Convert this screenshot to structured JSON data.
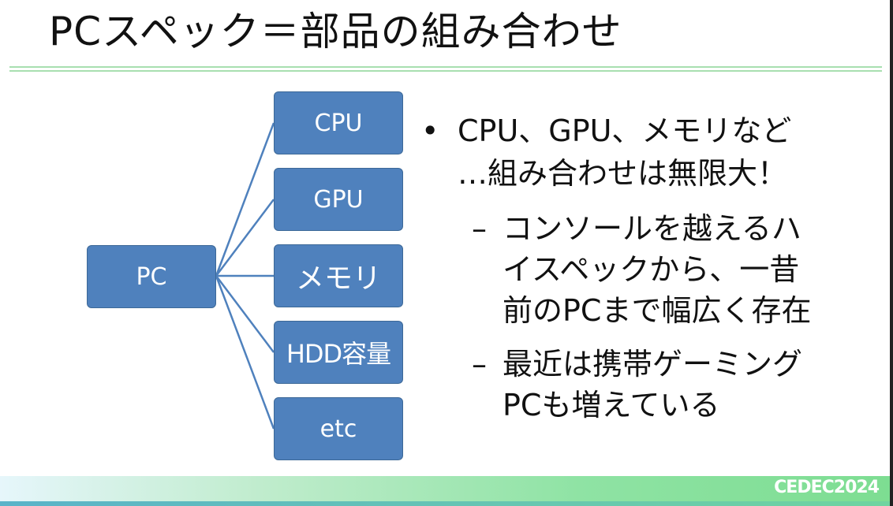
{
  "title": "PCスペック＝部品の組み合わせ",
  "diagram": {
    "root": "PC",
    "children": [
      "CPU",
      "GPU",
      "メモリ",
      "HDD容量",
      "etc"
    ],
    "box_color": "#4f81bd"
  },
  "bullets": {
    "main": {
      "marker": "•",
      "lines": [
        "CPU、GPU、メモリなど",
        "…組み合わせは無限大！"
      ]
    },
    "subs": [
      {
        "marker": "–",
        "lines": [
          "コンソールを越えるハ",
          "イスペックから、一昔",
          "前のPCまで幅広く存在"
        ]
      },
      {
        "marker": "–",
        "lines": [
          "最近は携帯ゲーミング",
          "PCも増えている"
        ]
      }
    ]
  },
  "footer": {
    "logo": "CEDEC2024"
  }
}
